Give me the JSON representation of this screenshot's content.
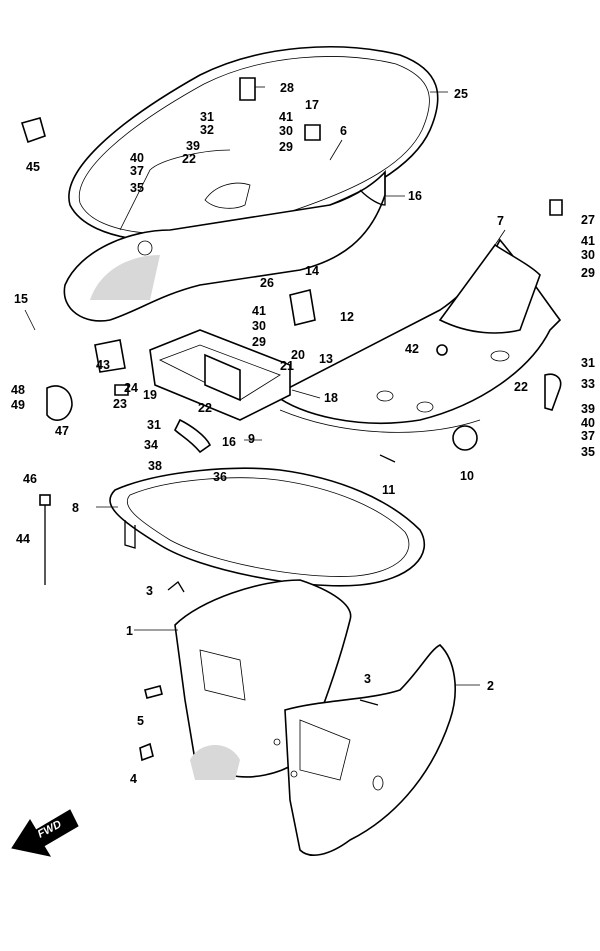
{
  "diagram": {
    "callouts": [
      "1",
      "2",
      "3",
      "3",
      "4",
      "5",
      "6",
      "7",
      "8",
      "9",
      "10",
      "11",
      "12",
      "13",
      "14",
      "15",
      "16",
      "16",
      "17",
      "18",
      "19",
      "20",
      "21",
      "22",
      "22",
      "22",
      "23",
      "24",
      "25",
      "26",
      "27",
      "28",
      "29",
      "29",
      "29",
      "30",
      "30",
      "30",
      "31",
      "31",
      "31",
      "32",
      "33",
      "34",
      "35",
      "35",
      "36",
      "37",
      "37",
      "38",
      "39",
      "39",
      "40",
      "40",
      "41",
      "41",
      "41",
      "42",
      "43",
      "44",
      "45",
      "46",
      "47",
      "48",
      "49"
    ],
    "fwd_label": "FWD"
  }
}
